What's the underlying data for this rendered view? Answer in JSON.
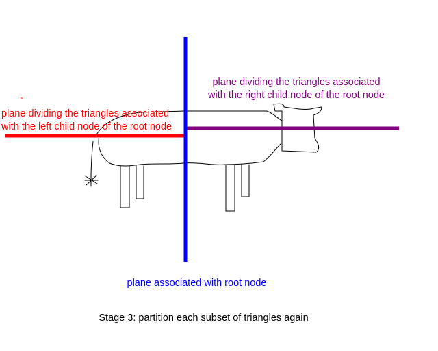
{
  "labels": {
    "left_plane": [
      "plane dividing the triangles associated",
      "with the left child node of the root node"
    ],
    "right_plane": [
      "plane dividing the triangles associated",
      "with the right child node of the root node"
    ],
    "root_plane": "plane associated with root node"
  },
  "caption": "Stage 3: partition each subset of triangles again",
  "colors": {
    "root_plane": "#0000ff",
    "left_plane": "#ff0000",
    "right_plane": "#800080",
    "cow_outline": "#000000",
    "background": "#ffffff"
  }
}
